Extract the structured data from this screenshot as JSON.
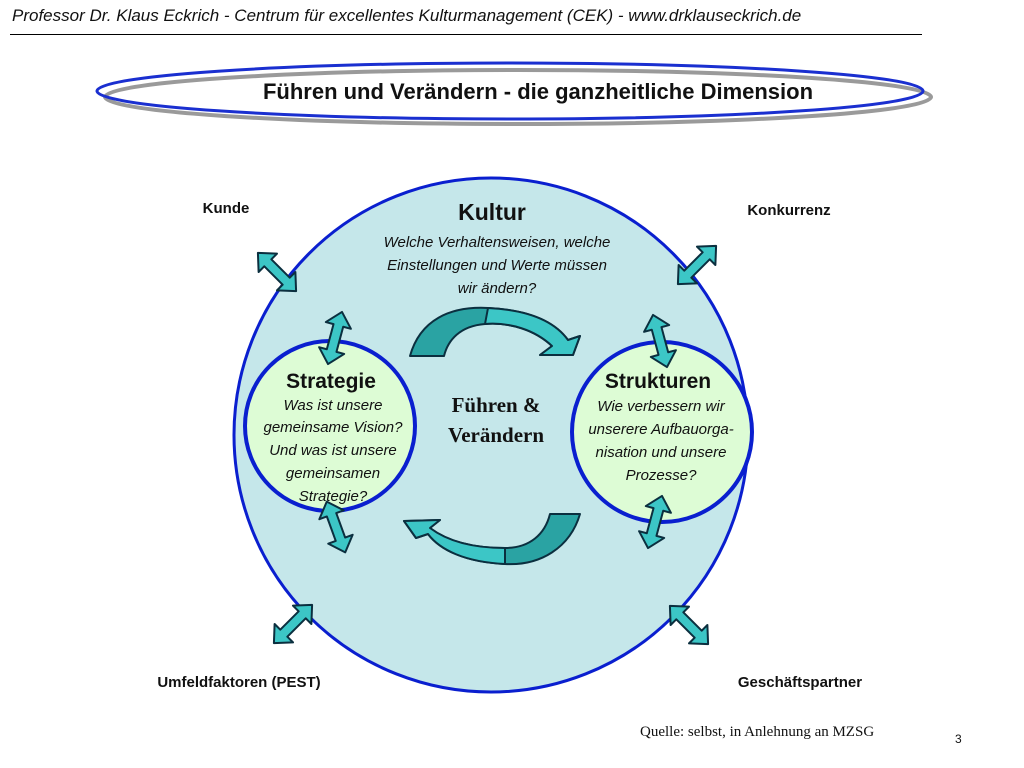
{
  "header": {
    "text": "Professor Dr. Klaus Eckrich - Centrum für excellentes Kulturmanagement (CEK) - www.drklauseckrich.de"
  },
  "slide": {
    "title": "Führen und Verändern - die ganzheitliche Dimension",
    "source": "Quelle: selbst, in Anlehnung an MZSG",
    "page_number": "3"
  },
  "diagram": {
    "kultur": {
      "heading": "Kultur",
      "question": [
        "Welche Verhaltensweisen, welche",
        "Einstellungen und Werte müssen",
        "wir ändern?"
      ]
    },
    "strategie": {
      "heading": "Strategie",
      "question": [
        "Was ist unsere",
        "gemeinsame Vision?",
        "Und was ist unsere",
        "gemeinsamen",
        "Strategie?"
      ]
    },
    "strukturen": {
      "heading": "Strukturen",
      "question": [
        "Wie verbessern wir",
        "unserere Aufbauorga-",
        "nisation und unsere",
        "Prozesse?"
      ]
    },
    "center": [
      "Führen &",
      "Verändern"
    ],
    "outer_labels": {
      "top_left": "Kunde",
      "top_right": "Konkurrenz",
      "bottom_left": "Umfeldfaktoren (PEST)",
      "bottom_right": "Geschäftspartner"
    }
  },
  "colors": {
    "outer_circle_fill": "#c5e7ea",
    "circle_border": "#0a1fcf",
    "inner_circle_fill": "#ddfcd5",
    "arrow_fill": "#3cc6c6",
    "curved_arrow_dark": "#2aa3a3",
    "ellipse_blue": "#1a2fd0",
    "ellipse_gray": "#9a9a9a"
  }
}
